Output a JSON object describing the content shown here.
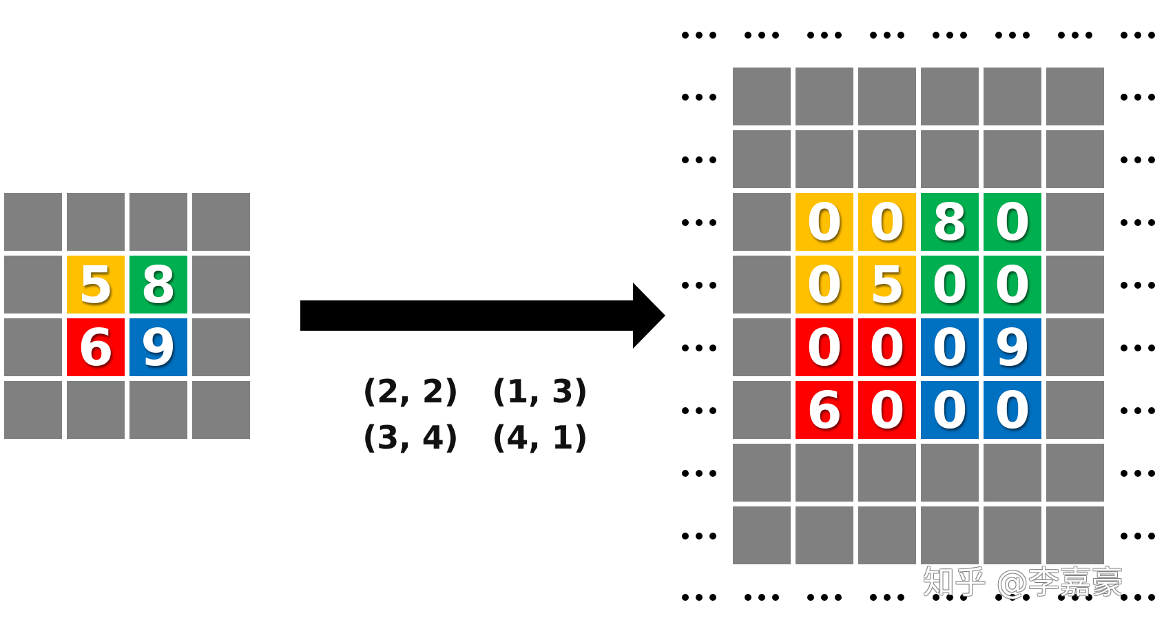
{
  "colors": {
    "gray": "#808080",
    "yellow": "#ffc000",
    "green": "#00b050",
    "red": "#ff0000",
    "blue": "#0070c0",
    "arrow": "#000000",
    "text": "#111111"
  },
  "source_grid": {
    "rows": [
      [
        {
          "fill": "gray",
          "label": ""
        },
        {
          "fill": "gray",
          "label": ""
        },
        {
          "fill": "gray",
          "label": ""
        },
        {
          "fill": "gray",
          "label": ""
        }
      ],
      [
        {
          "fill": "gray",
          "label": ""
        },
        {
          "fill": "yellow",
          "label": "5"
        },
        {
          "fill": "green",
          "label": "8"
        },
        {
          "fill": "gray",
          "label": ""
        }
      ],
      [
        {
          "fill": "gray",
          "label": ""
        },
        {
          "fill": "red",
          "label": "6"
        },
        {
          "fill": "blue",
          "label": "9"
        },
        {
          "fill": "gray",
          "label": ""
        }
      ],
      [
        {
          "fill": "gray",
          "label": ""
        },
        {
          "fill": "gray",
          "label": ""
        },
        {
          "fill": "gray",
          "label": ""
        },
        {
          "fill": "gray",
          "label": ""
        }
      ]
    ]
  },
  "output_grid": {
    "rows": [
      [
        {
          "fill": "gray",
          "label": ""
        },
        {
          "fill": "gray",
          "label": ""
        },
        {
          "fill": "gray",
          "label": ""
        },
        {
          "fill": "gray",
          "label": ""
        },
        {
          "fill": "gray",
          "label": ""
        },
        {
          "fill": "gray",
          "label": ""
        }
      ],
      [
        {
          "fill": "gray",
          "label": ""
        },
        {
          "fill": "gray",
          "label": ""
        },
        {
          "fill": "gray",
          "label": ""
        },
        {
          "fill": "gray",
          "label": ""
        },
        {
          "fill": "gray",
          "label": ""
        },
        {
          "fill": "gray",
          "label": ""
        }
      ],
      [
        {
          "fill": "gray",
          "label": ""
        },
        {
          "fill": "yellow",
          "label": "0"
        },
        {
          "fill": "yellow",
          "label": "0"
        },
        {
          "fill": "green",
          "label": "8"
        },
        {
          "fill": "green",
          "label": "0"
        },
        {
          "fill": "gray",
          "label": ""
        }
      ],
      [
        {
          "fill": "gray",
          "label": ""
        },
        {
          "fill": "yellow",
          "label": "0"
        },
        {
          "fill": "yellow",
          "label": "5"
        },
        {
          "fill": "green",
          "label": "0"
        },
        {
          "fill": "green",
          "label": "0"
        },
        {
          "fill": "gray",
          "label": ""
        }
      ],
      [
        {
          "fill": "gray",
          "label": ""
        },
        {
          "fill": "red",
          "label": "0"
        },
        {
          "fill": "red",
          "label": "0"
        },
        {
          "fill": "blue",
          "label": "0"
        },
        {
          "fill": "blue",
          "label": "9"
        },
        {
          "fill": "gray",
          "label": ""
        }
      ],
      [
        {
          "fill": "gray",
          "label": ""
        },
        {
          "fill": "red",
          "label": "6"
        },
        {
          "fill": "red",
          "label": "0"
        },
        {
          "fill": "blue",
          "label": "0"
        },
        {
          "fill": "blue",
          "label": "0"
        },
        {
          "fill": "gray",
          "label": ""
        }
      ],
      [
        {
          "fill": "gray",
          "label": ""
        },
        {
          "fill": "gray",
          "label": ""
        },
        {
          "fill": "gray",
          "label": ""
        },
        {
          "fill": "gray",
          "label": ""
        },
        {
          "fill": "gray",
          "label": ""
        },
        {
          "fill": "gray",
          "label": ""
        }
      ],
      [
        {
          "fill": "gray",
          "label": ""
        },
        {
          "fill": "gray",
          "label": ""
        },
        {
          "fill": "gray",
          "label": ""
        },
        {
          "fill": "gray",
          "label": ""
        },
        {
          "fill": "gray",
          "label": ""
        },
        {
          "fill": "gray",
          "label": ""
        }
      ]
    ]
  },
  "coordinates": [
    "(2, 2)",
    "(1, 3)",
    "(3, 4)",
    "(4, 1)"
  ],
  "watermark": "知乎 @李嘉豪"
}
